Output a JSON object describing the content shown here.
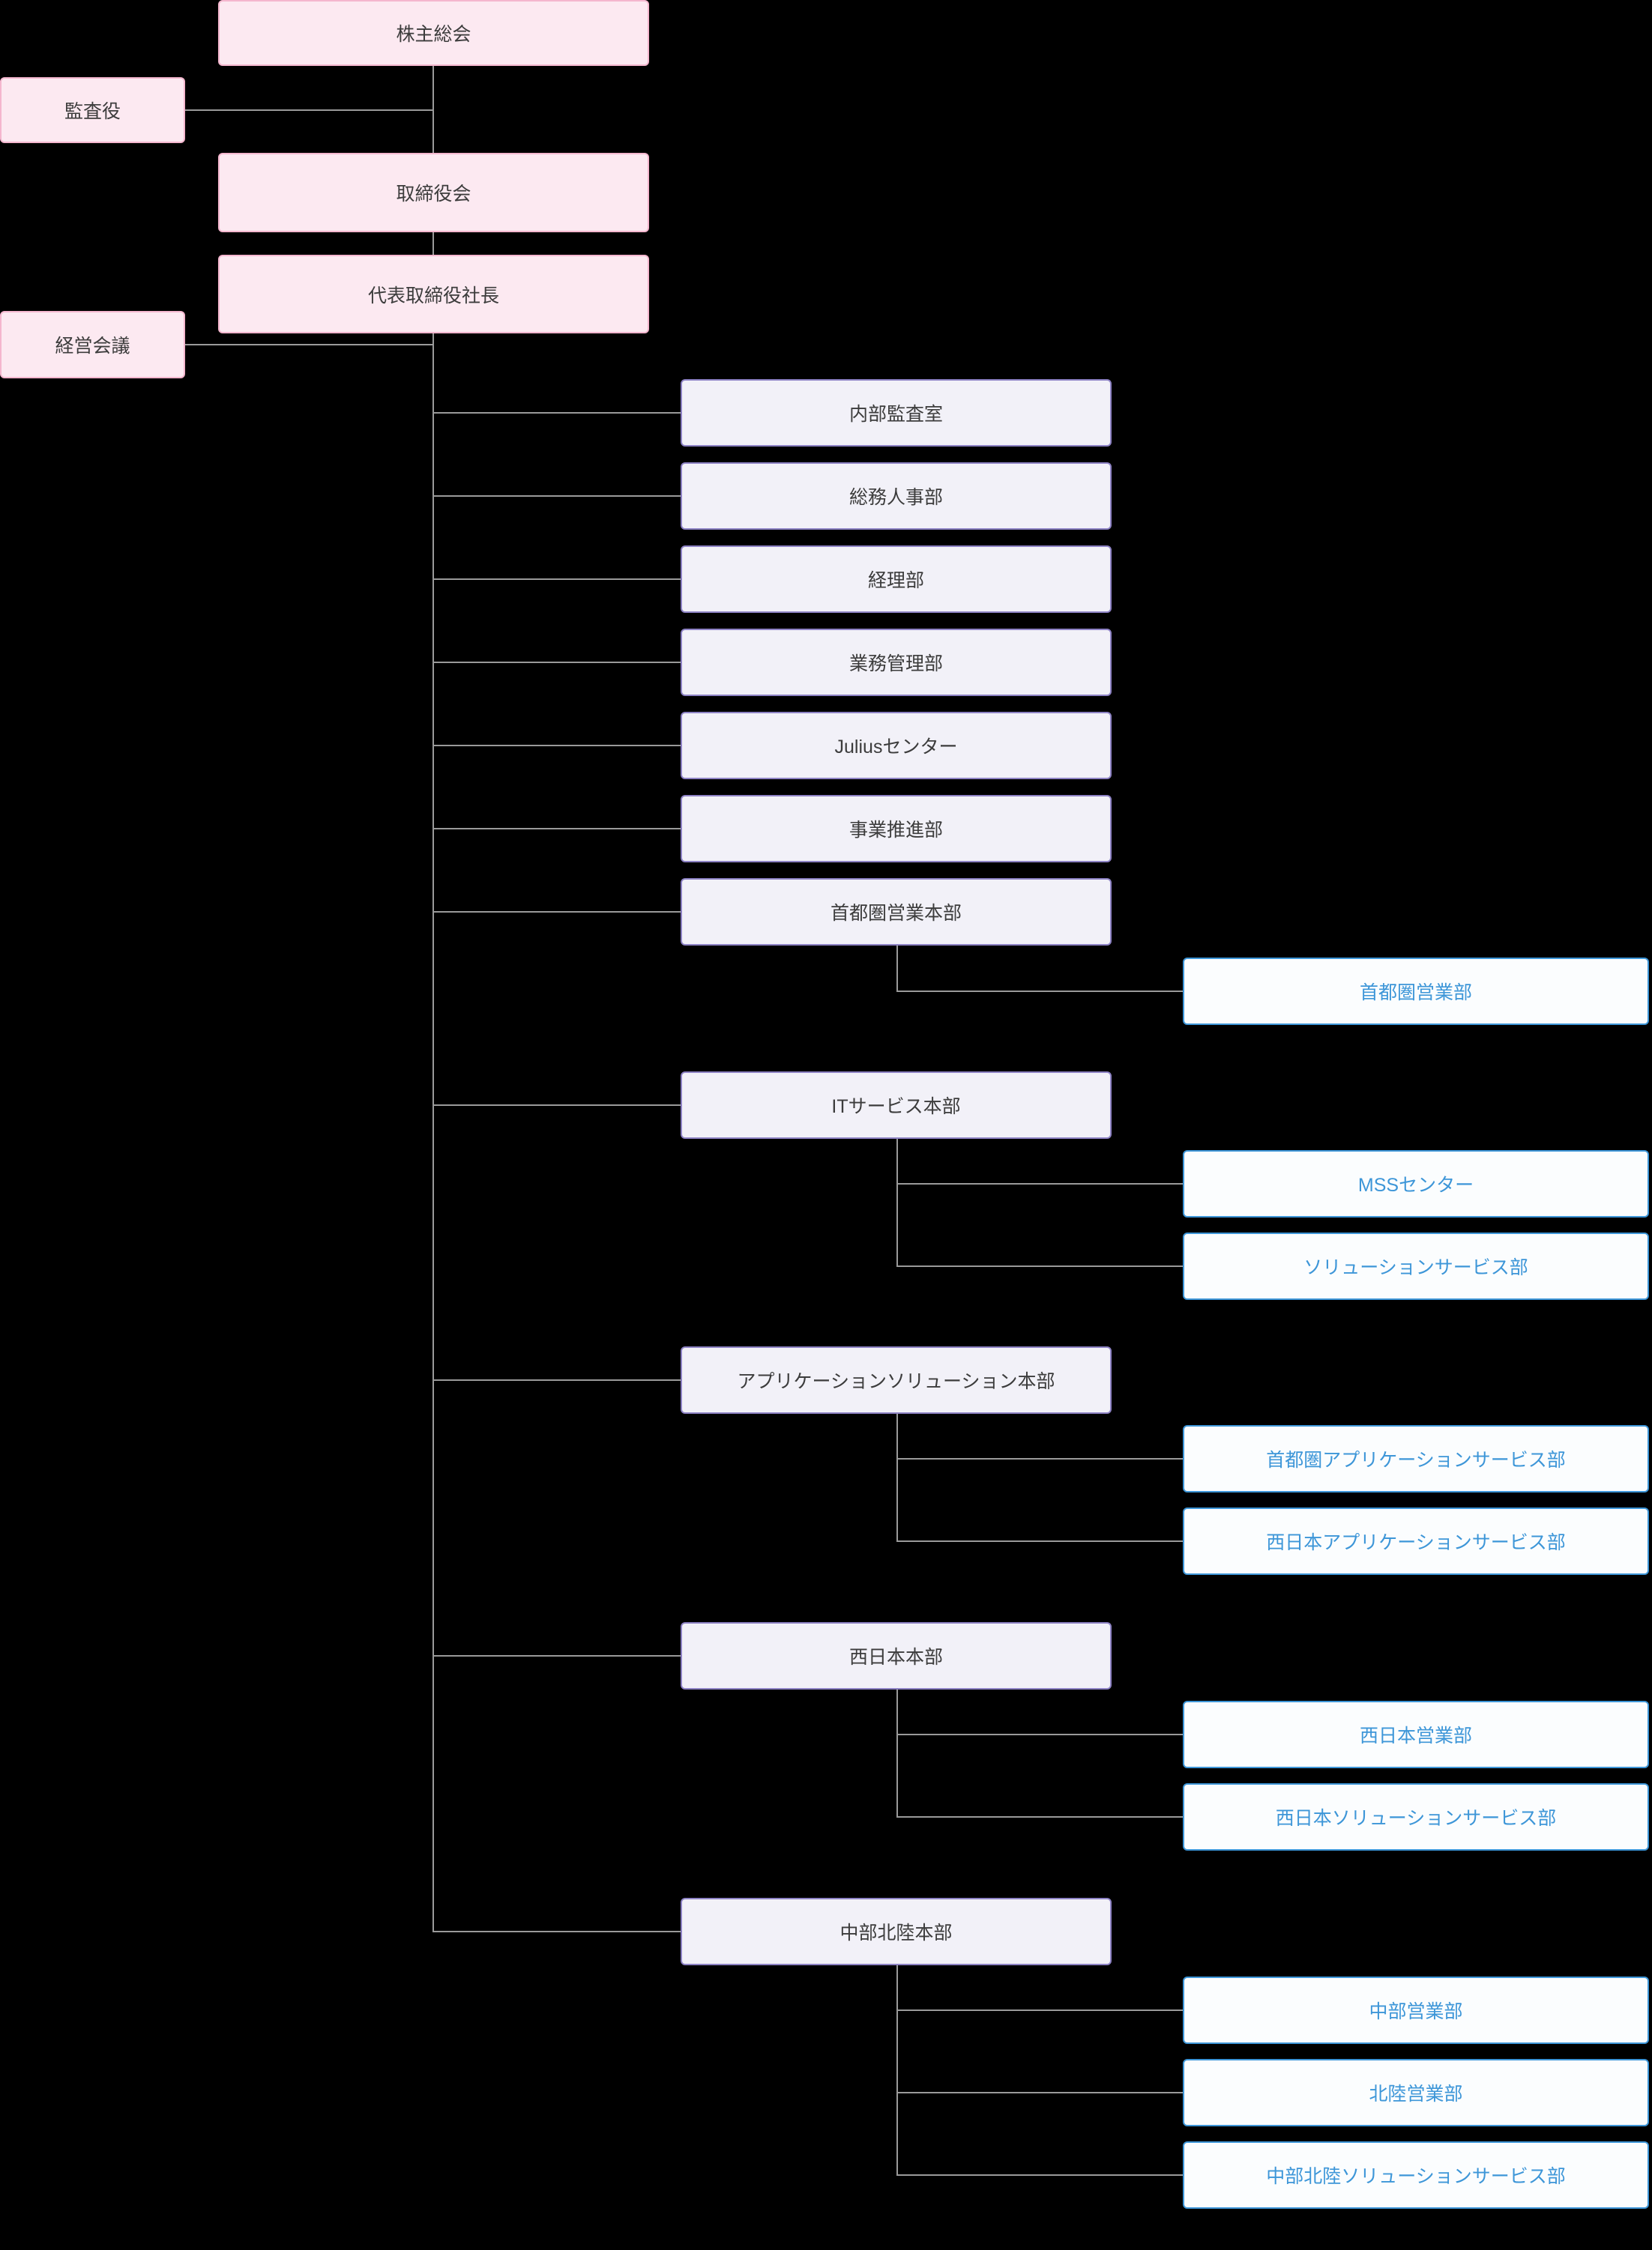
{
  "chart_type": "organization-chart",
  "colors": {
    "background": "#000000",
    "pink_fill": "#fce9f1",
    "pink_border": "#f4b6ce",
    "purple_fill": "#f2f1f8",
    "purple_border": "#8d82c4",
    "blue_fill": "#fbfdfe",
    "blue_border": "#3d96d8",
    "blue_text": "#3d96d8",
    "dark_text": "#3c3c3c",
    "connector": "#9a9a9a"
  },
  "executive": {
    "shareholders_meeting": "株主総会",
    "board_of_directors": "取締役会",
    "president": "代表取締役社長"
  },
  "side": {
    "auditor": "監査役",
    "management_council": "経営会議"
  },
  "divisions": [
    {
      "label": "内部監査室",
      "children": []
    },
    {
      "label": "総務人事部",
      "children": []
    },
    {
      "label": "経理部",
      "children": []
    },
    {
      "label": "業務管理部",
      "children": []
    },
    {
      "label": "Juliusセンター",
      "children": []
    },
    {
      "label": "事業推進部",
      "children": []
    },
    {
      "label": "首都圏営業本部",
      "children": [
        "首都圏営業部"
      ]
    },
    {
      "label": "ITサービス本部",
      "children": [
        "MSSセンター",
        "ソリューションサービス部"
      ]
    },
    {
      "label": "アプリケーションソリューション本部",
      "children": [
        "首都圏アプリケーションサービス部",
        "西日本アプリケーションサービス部"
      ]
    },
    {
      "label": "西日本本部",
      "children": [
        "西日本営業部",
        "西日本ソリューションサービス部"
      ]
    },
    {
      "label": "中部北陸本部",
      "children": [
        "中部営業部",
        "北陸営業部",
        "中部北陸ソリューションサービス部"
      ]
    }
  ]
}
